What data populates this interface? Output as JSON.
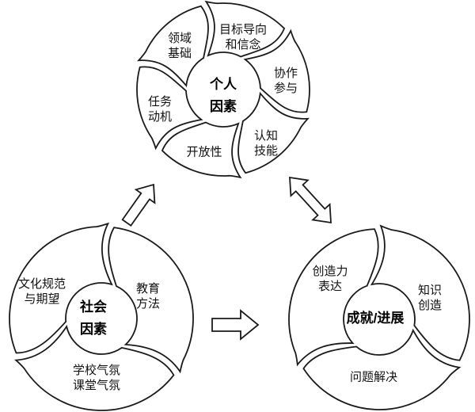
{
  "colors": {
    "stroke": "#1a1a1a",
    "fill": "#ffffff",
    "text": "#111111"
  },
  "wheels": [
    {
      "name": "personal-factors",
      "center_label": "个人\n因素",
      "petals": [
        "目标导向\n和信念",
        "协作\n参与",
        "认知\n技能",
        "开放性",
        "任务\n动机",
        "领域\n基础"
      ]
    },
    {
      "name": "social-factors",
      "center_label": "社会\n因素",
      "petals": [
        "文化规范\n与期望",
        "教育\n方法",
        "学校气氛\n课堂气氛"
      ]
    },
    {
      "name": "achievement-progress",
      "center_label": "成就/进展",
      "petals": [
        "创造力\n表达",
        "知识\n创造",
        "问题解决"
      ]
    }
  ],
  "arrows": [
    {
      "name": "arrow-social-to-personal",
      "type": "single"
    },
    {
      "name": "arrow-personal-achievement-bidirectional",
      "type": "double"
    },
    {
      "name": "arrow-social-to-achievement",
      "type": "single"
    }
  ]
}
